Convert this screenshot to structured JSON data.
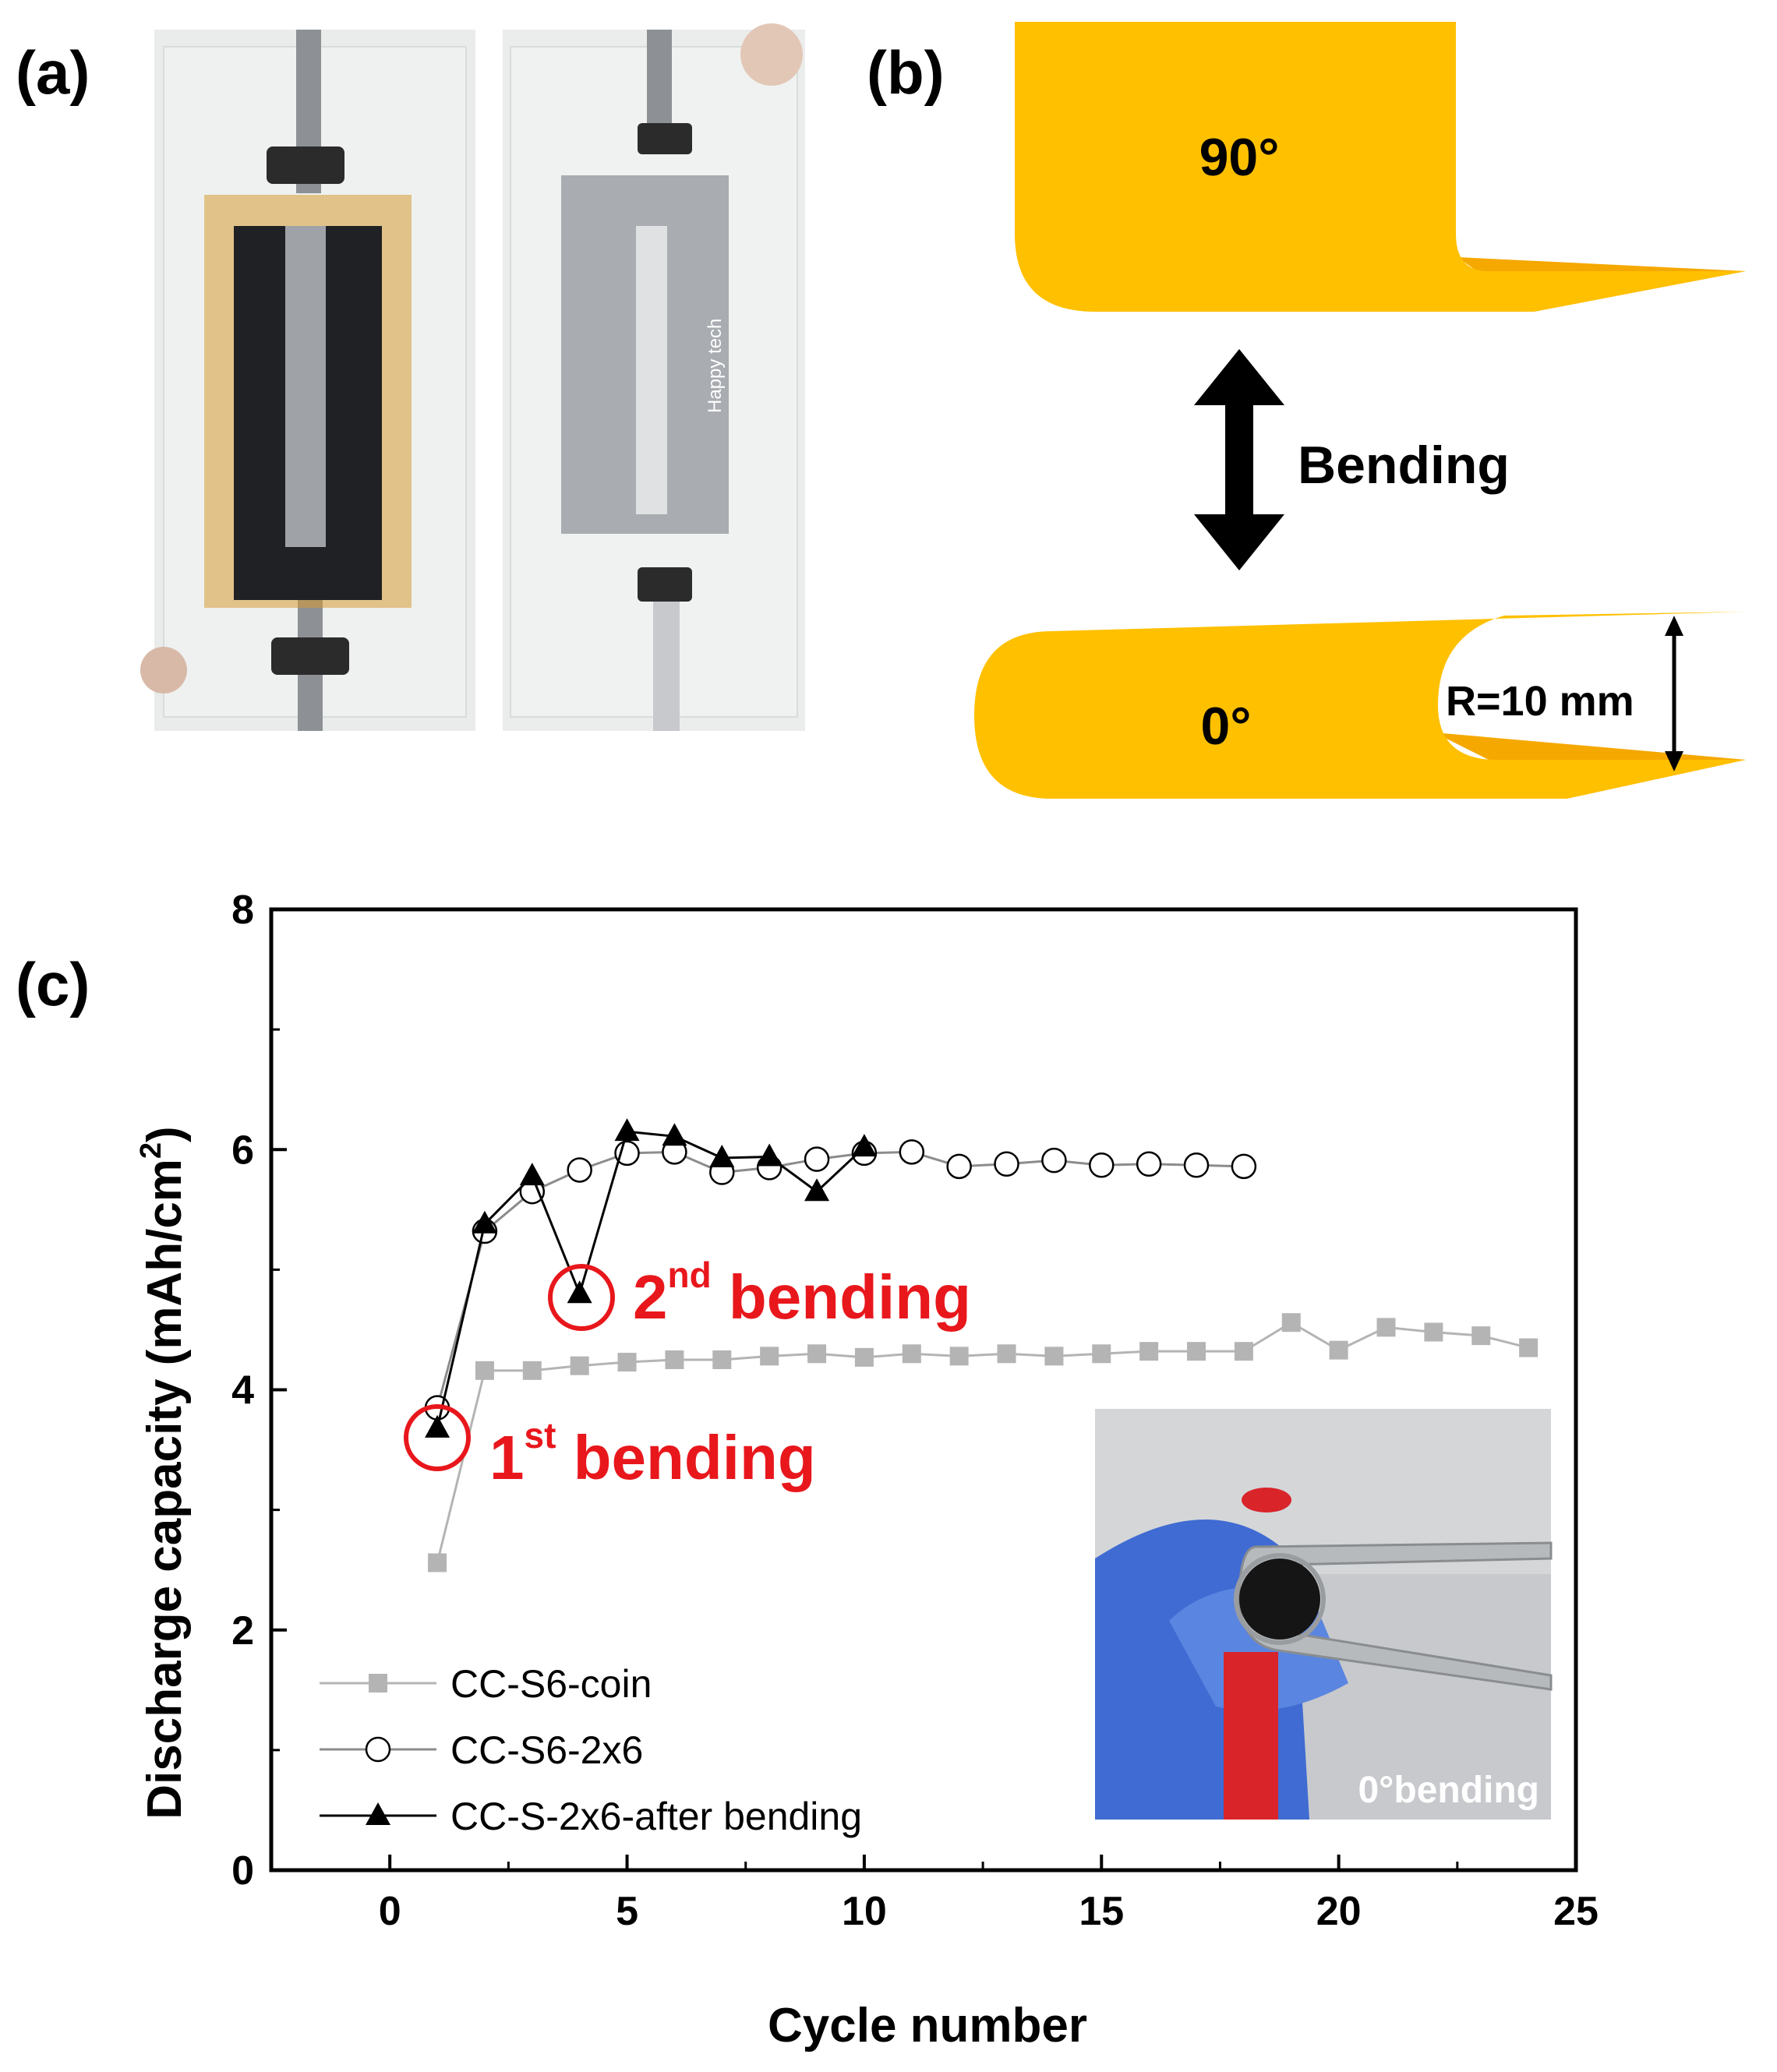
{
  "panels": {
    "a": {
      "label": "(a)"
    },
    "b": {
      "label": "(b)",
      "angle_top": "90°",
      "angle_bottom": "0°",
      "bending": "Bending",
      "radius": "R=10 mm"
    },
    "c": {
      "label": "(c)"
    }
  },
  "photo_a": {
    "text": "Happy tech"
  },
  "inset": {
    "label": "0°bending"
  },
  "annotations": {
    "first": {
      "num": "1",
      "sup": "st",
      "text": " bending"
    },
    "second": {
      "num": "2",
      "sup": "nd",
      "text": " bending"
    }
  },
  "colors": {
    "orange": "#FFC000",
    "orange_dark": "#F5A800",
    "highlight": "#E8171C",
    "coin": "#B4B4B4",
    "line_2x6": "#8C8C8C",
    "after_bending": "#000000"
  },
  "chart_data": {
    "type": "scatter",
    "xlabel": "Cycle number",
    "ylabel": "Discharge capacity (mAh/cm",
    "ylabel_sup": "2",
    "ylabel_close": ")",
    "xlim": [
      -2.5,
      25
    ],
    "ylim": [
      0,
      8
    ],
    "xticks": [
      0,
      5,
      10,
      15,
      20,
      25
    ],
    "yticks": [
      0,
      2,
      4,
      6,
      8
    ],
    "grid": false,
    "legend_position": "bottom-left",
    "series": [
      {
        "name": "CC-S6-coin",
        "marker": "square",
        "x": [
          1,
          2,
          3,
          4,
          5,
          6,
          7,
          8,
          9,
          10,
          11,
          12,
          13,
          14,
          15,
          16,
          17,
          18,
          19,
          20,
          21,
          22,
          23,
          24
        ],
        "y": [
          2.56,
          4.16,
          4.16,
          4.2,
          4.23,
          4.25,
          4.25,
          4.28,
          4.3,
          4.27,
          4.3,
          4.28,
          4.3,
          4.28,
          4.3,
          4.32,
          4.32,
          4.32,
          4.56,
          4.33,
          4.52,
          4.48,
          4.45,
          4.35
        ]
      },
      {
        "name": "CC-S6-2x6",
        "marker": "circle-open",
        "x": [
          1,
          2,
          3,
          4,
          5,
          6,
          7,
          8,
          9,
          10,
          11,
          12,
          13,
          14,
          15,
          16,
          17,
          18
        ],
        "y": [
          3.85,
          5.32,
          5.65,
          5.83,
          5.97,
          5.98,
          5.81,
          5.85,
          5.92,
          5.97,
          5.98,
          5.86,
          5.88,
          5.91,
          5.87,
          5.88,
          5.87,
          5.86
        ]
      },
      {
        "name": "CC-S-2x6-after bending",
        "marker": "triangle",
        "x": [
          1,
          2,
          3,
          4,
          5,
          6,
          7,
          8,
          9,
          10
        ],
        "y": [
          3.68,
          5.38,
          5.78,
          4.8,
          6.15,
          6.11,
          5.93,
          5.94,
          5.65,
          6.02
        ]
      }
    ]
  }
}
